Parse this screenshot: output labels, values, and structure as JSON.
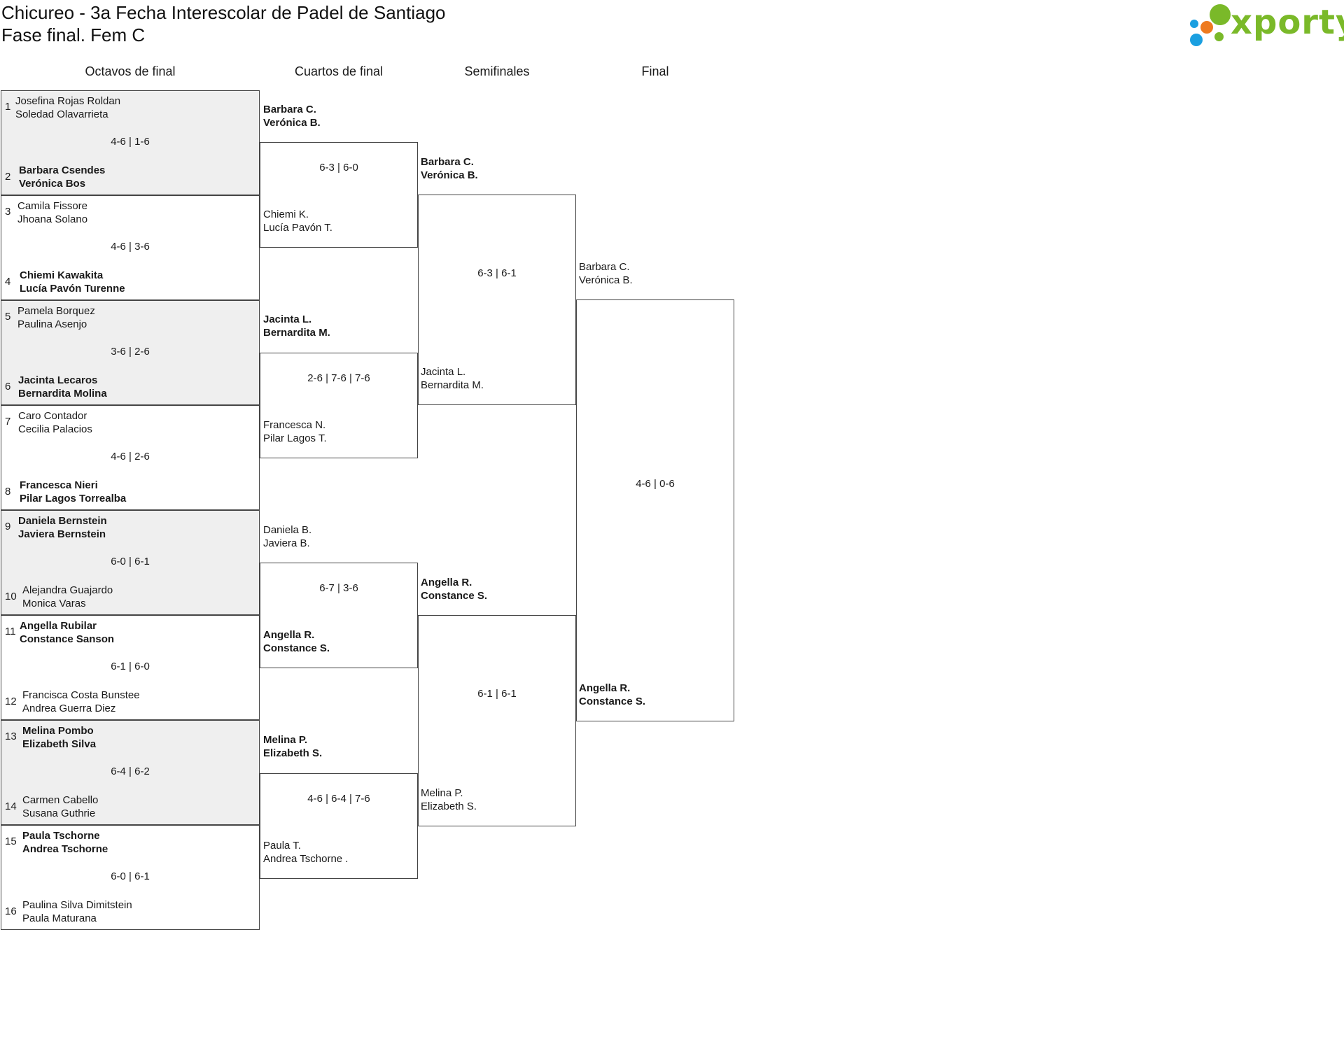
{
  "header": {
    "title_line1": "Chicureo - 3a Fecha Interescolar de Padel de Santiago",
    "title_line2": "Fase final. Fem C",
    "logo_text": "xporty",
    "logo_colors": {
      "green": "#7ab929",
      "orange": "#ee7a1f",
      "blue": "#1a9fe0"
    }
  },
  "rounds": [
    "Octavos de final",
    "Cuartos de final",
    "Semifinales",
    "Final"
  ],
  "round_of_16": [
    {
      "top": {
        "seed": "1",
        "p1": "Josefina Rojas Roldan",
        "p2": "Soledad Olavarrieta",
        "winner": false
      },
      "bottom": {
        "seed": "2",
        "p1": "Barbara Csendes",
        "p2": "Verónica Bos",
        "winner": true
      },
      "score": "4-6 | 1-6",
      "shaded": true
    },
    {
      "top": {
        "seed": "3",
        "p1": "Camila Fissore",
        "p2": "Jhoana Solano",
        "winner": false
      },
      "bottom": {
        "seed": "4",
        "p1": "Chiemi Kawakita",
        "p2": "Lucía Pavón Turenne",
        "winner": true
      },
      "score": "4-6 | 3-6",
      "shaded": false
    },
    {
      "top": {
        "seed": "5",
        "p1": "Pamela Borquez",
        "p2": "Paulina Asenjo",
        "winner": false
      },
      "bottom": {
        "seed": "6",
        "p1": "Jacinta Lecaros",
        "p2": "Bernardita Molina",
        "winner": true
      },
      "score": "3-6 | 2-6",
      "shaded": true
    },
    {
      "top": {
        "seed": "7",
        "p1": "Caro Contador",
        "p2": "Cecilia Palacios",
        "winner": false
      },
      "bottom": {
        "seed": "8",
        "p1": "Francesca Nieri",
        "p2": "Pilar Lagos Torrealba",
        "winner": true
      },
      "score": "4-6 | 2-6",
      "shaded": false
    },
    {
      "top": {
        "seed": "9",
        "p1": "Daniela Bernstein",
        "p2": "Javiera Bernstein",
        "winner": true
      },
      "bottom": {
        "seed": "10",
        "p1": "Alejandra Guajardo",
        "p2": "Monica Varas",
        "winner": false
      },
      "score": "6-0 | 6-1",
      "shaded": true
    },
    {
      "top": {
        "seed": "11",
        "p1": "Angella Rubilar",
        "p2": "Constance Sanson",
        "winner": true
      },
      "bottom": {
        "seed": "12",
        "p1": "Francisca Costa Bunstee",
        "p2": "Andrea Guerra Diez",
        "winner": false
      },
      "score": "6-1 | 6-0",
      "shaded": false
    },
    {
      "top": {
        "seed": "13",
        "p1": "Melina Pombo",
        "p2": "Elizabeth Silva",
        "winner": true
      },
      "bottom": {
        "seed": "14",
        "p1": "Carmen Cabello",
        "p2": "Susana Guthrie",
        "winner": false
      },
      "score": "6-4 | 6-2",
      "shaded": true
    },
    {
      "top": {
        "seed": "15",
        "p1": "Paula Tschorne",
        "p2": "Andrea Tschorne",
        "winner": true
      },
      "bottom": {
        "seed": "16",
        "p1": "Paulina Silva Dimitstein",
        "p2": "Paula Maturana",
        "winner": false
      },
      "score": "6-0 | 6-1",
      "shaded": false
    }
  ],
  "quarterfinals": [
    {
      "top": {
        "p1": "Barbara C.",
        "p2": "Verónica B.",
        "winner": true
      },
      "bottom": {
        "p1": "Chiemi K.",
        "p2": "Lucía Pavón T.",
        "winner": false
      },
      "score": "6-3 | 6-0"
    },
    {
      "top": {
        "p1": "Jacinta L.",
        "p2": "Bernardita M.",
        "winner": true
      },
      "bottom": {
        "p1": "Francesca N.",
        "p2": "Pilar Lagos T.",
        "winner": false
      },
      "score": "2-6 | 7-6 | 7-6"
    },
    {
      "top": {
        "p1": "Daniela B.",
        "p2": "Javiera B.",
        "winner": false
      },
      "bottom": {
        "p1": "Angella R.",
        "p2": "Constance S.",
        "winner": true
      },
      "score": "6-7 | 3-6"
    },
    {
      "top": {
        "p1": "Melina P.",
        "p2": "Elizabeth S.",
        "winner": true
      },
      "bottom": {
        "p1": "Paula T.",
        "p2": "Andrea Tschorne .",
        "winner": false
      },
      "score": "4-6 | 6-4 | 7-6"
    }
  ],
  "semifinals": [
    {
      "top": {
        "p1": "Barbara C.",
        "p2": "Verónica B.",
        "winner": true
      },
      "bottom": {
        "p1": "Jacinta L.",
        "p2": "Bernardita M.",
        "winner": false
      },
      "score": "6-3 | 6-1"
    },
    {
      "top": {
        "p1": "Angella R.",
        "p2": "Constance S.",
        "winner": true
      },
      "bottom": {
        "p1": "Melina P.",
        "p2": "Elizabeth S.",
        "winner": false
      },
      "score": "6-1 | 6-1"
    }
  ],
  "final": {
    "top": {
      "p1": "Barbara C.",
      "p2": "Verónica B.",
      "winner": false
    },
    "bottom": {
      "p1": "Angella R.",
      "p2": "Constance S.",
      "winner": true
    },
    "score": "4-6 | 0-6"
  }
}
